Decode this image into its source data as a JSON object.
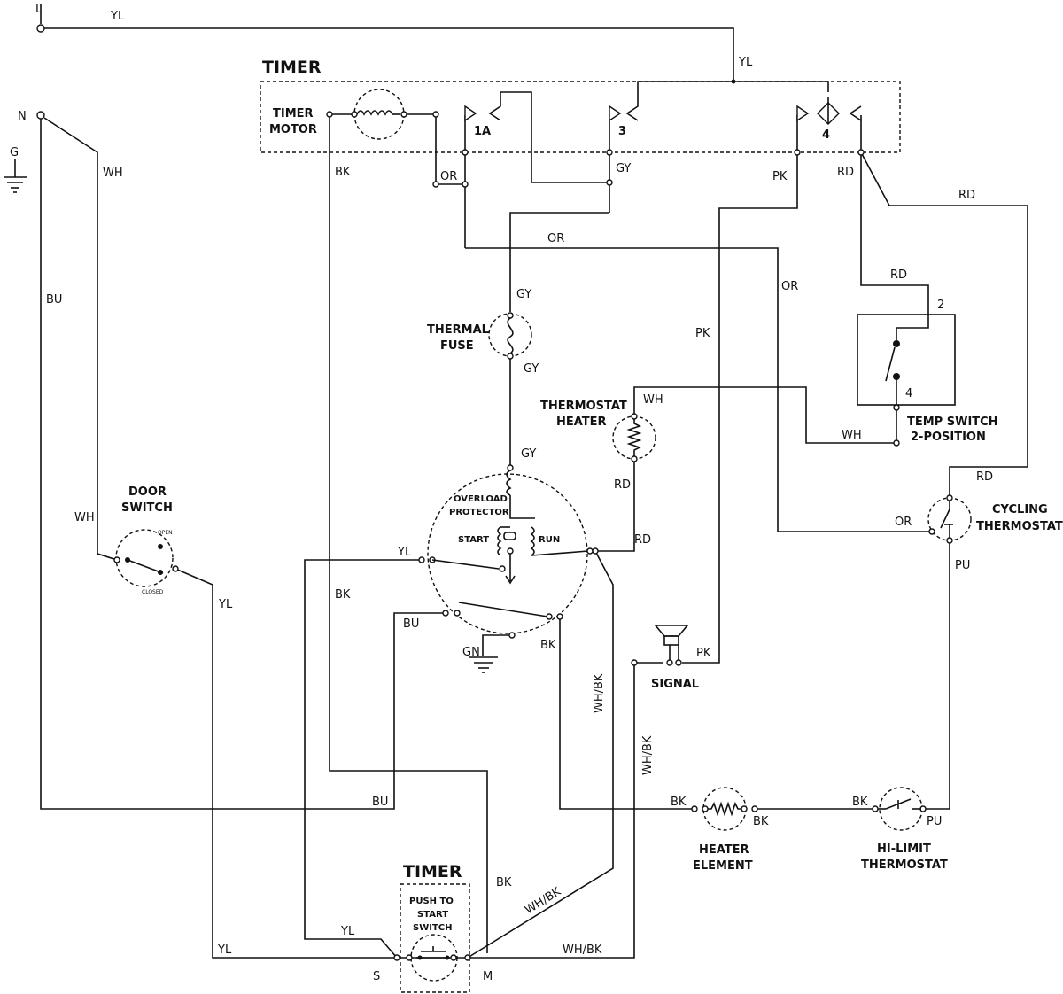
{
  "supply": {
    "line": "L",
    "neutral": "N",
    "ground": "G"
  },
  "timer": {
    "title": "TIMER",
    "motor_label": [
      "TIMER",
      "MOTOR"
    ],
    "contacts": [
      "1A",
      "3",
      "4"
    ]
  },
  "push_switch": {
    "title": "TIMER",
    "label": [
      "PUSH TO",
      "START",
      "SWITCH"
    ],
    "terminals": [
      "S",
      "M"
    ]
  },
  "components": {
    "thermal_fuse": [
      "THERMAL",
      "FUSE"
    ],
    "thermostat_heater": [
      "THERMOSTAT",
      "HEATER"
    ],
    "temp_switch": [
      "TEMP SWITCH",
      "2-POSITION"
    ],
    "temp_switch_terminals": [
      "2",
      "4"
    ],
    "cycling_thermostat": [
      "CYCLING",
      "THERMOSTAT"
    ],
    "door_switch": [
      "DOOR",
      "SWITCH"
    ],
    "door_switch_states": [
      "OPEN",
      "CLOSED"
    ],
    "overload": [
      "OVERLOAD",
      "PROTECTOR"
    ],
    "start": "START",
    "run": "RUN",
    "signal": "SIGNAL",
    "heater_element": [
      "HEATER",
      "ELEMENT"
    ],
    "hi_limit": [
      "HI-LIMIT",
      "THERMOSTAT"
    ]
  },
  "wires": {
    "yl": "YL",
    "wh": "WH",
    "bu": "BU",
    "bk": "BK",
    "or": "OR",
    "gy": "GY",
    "pk": "PK",
    "rd": "RD",
    "pu": "PU",
    "gn": "GN",
    "whbk": "WH/BK"
  }
}
